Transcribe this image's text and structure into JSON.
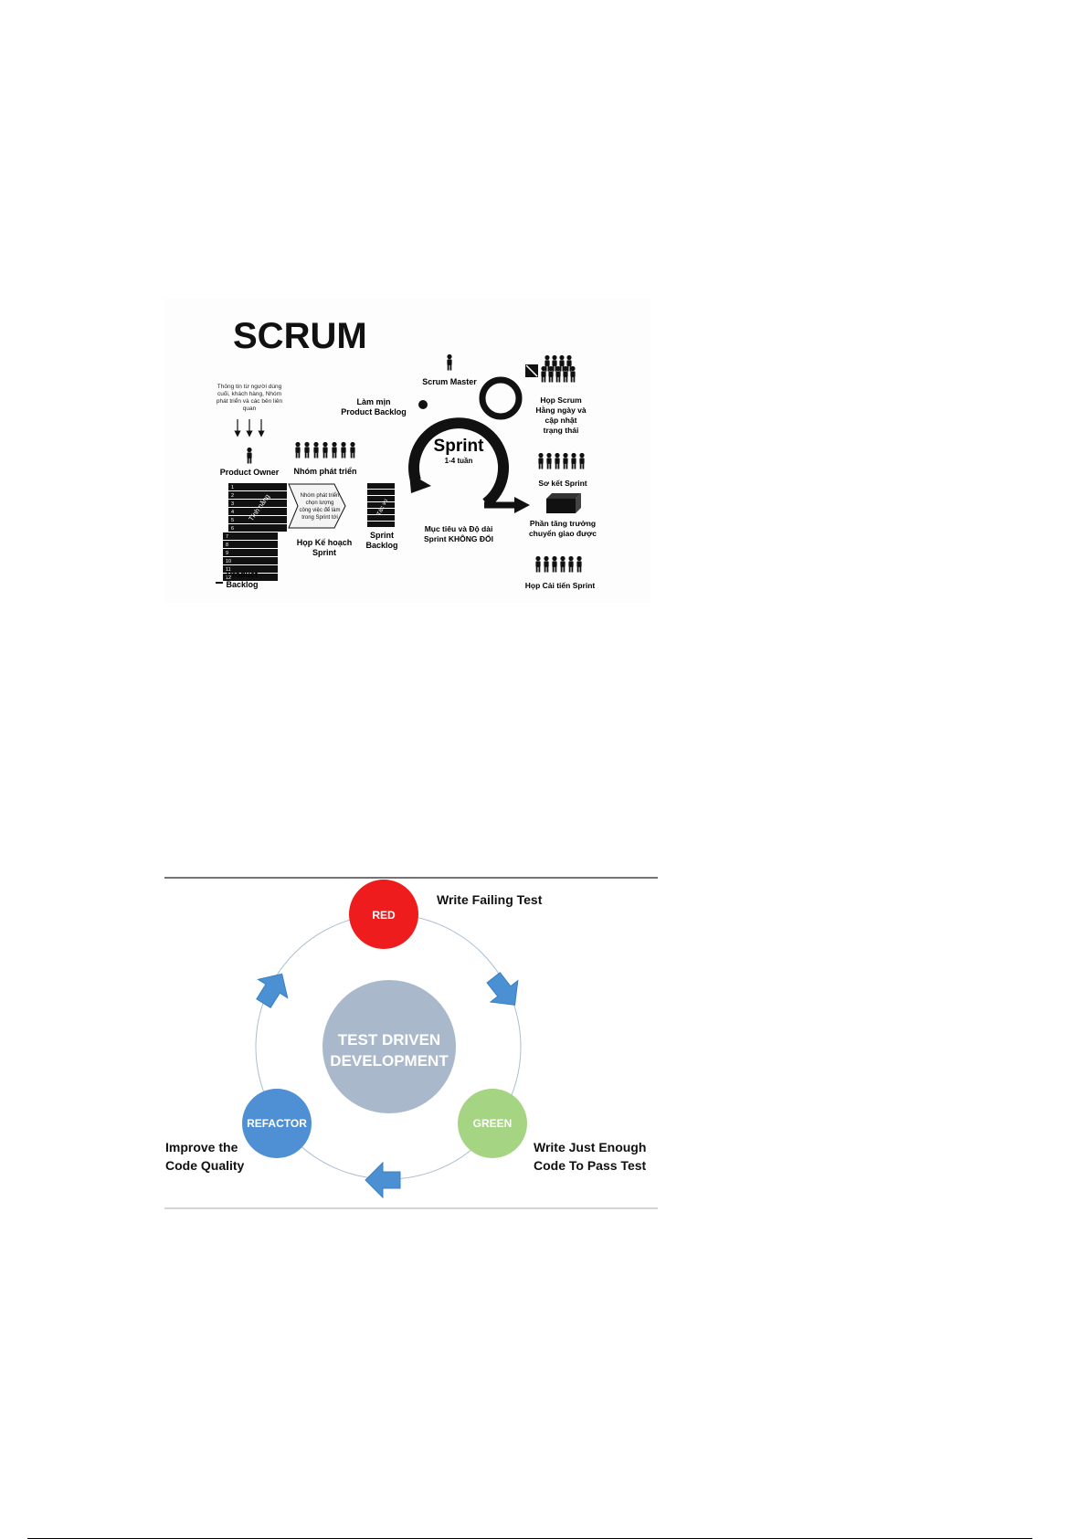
{
  "scrum": {
    "title": "SCRUM",
    "input_info": [
      "Thông tin từ người dùng",
      "cuối, khách hàng, Nhóm",
      "phát triển và các bên liên",
      "quan"
    ],
    "product_owner": "Product Owner",
    "dev_team": "Nhóm phát triển",
    "features_label": "Tính năng",
    "backlog_numbers": [
      "1",
      "2",
      "3",
      "4",
      "5",
      "6",
      "7",
      "8",
      "9",
      "10",
      "11",
      "12"
    ],
    "dev_team_selects": [
      "Nhóm phát triển",
      "chọn lượng",
      "công việc để làm",
      "trong Sprint tới"
    ],
    "tasks_label": "Tác vụ",
    "sprint_planning": [
      "Họp Kế hoạch",
      "Sprint"
    ],
    "product_backlog": [
      "Product",
      "Backlog"
    ],
    "sprint_backlog": [
      "Sprint",
      "Backlog"
    ],
    "refine_backlog": [
      "Làm mịn",
      "Product Backlog"
    ],
    "scrum_master": "Scrum Master",
    "sprint": "Sprint",
    "sprint_duration": "1-4 tuần",
    "sprint_goal": [
      "Mục tiêu và Độ dài",
      "Sprint KHÔNG ĐỔI"
    ],
    "daily_scrum": [
      "Họp Scrum",
      "Hằng ngày và",
      "cập nhật",
      "trạng thái"
    ],
    "sprint_review": "Sơ kết Sprint",
    "increment": [
      "Phần tăng trưởng",
      "chuyển giao được"
    ],
    "retrospective": "Họp Cải tiến Sprint"
  },
  "tdd": {
    "center": [
      "TEST DRIVEN",
      "DEVELOPMENT"
    ],
    "red": "RED",
    "green": "GREEN",
    "refactor": "REFACTOR",
    "red_caption": "Write Failing Test",
    "green_caption": [
      "Write Just Enough",
      "Code To Pass Test"
    ],
    "refactor_caption": [
      "Improve the",
      "Code Quality"
    ],
    "colors": {
      "red": "#ee1c1c",
      "green": "#a5d483",
      "refactor": "#4e90d3",
      "center": "#aab8cc",
      "arrow": "#4a90d2"
    }
  }
}
